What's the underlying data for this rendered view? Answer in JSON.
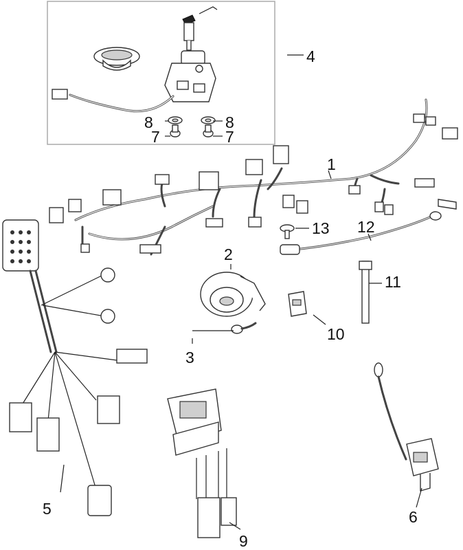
{
  "callouts": [
    {
      "id": "1",
      "text": "1"
    },
    {
      "id": "2",
      "text": "2"
    },
    {
      "id": "3",
      "text": "3"
    },
    {
      "id": "4",
      "text": "4"
    },
    {
      "id": "5",
      "text": "5"
    },
    {
      "id": "6",
      "text": "6"
    },
    {
      "id": "7a",
      "text": "7"
    },
    {
      "id": "7b",
      "text": "7"
    },
    {
      "id": "8a",
      "text": "8"
    },
    {
      "id": "8b",
      "text": "8"
    },
    {
      "id": "9",
      "text": "9"
    },
    {
      "id": "10",
      "text": "10"
    },
    {
      "id": "11",
      "text": "11"
    },
    {
      "id": "12",
      "text": "12"
    },
    {
      "id": "13",
      "text": "13"
    }
  ]
}
